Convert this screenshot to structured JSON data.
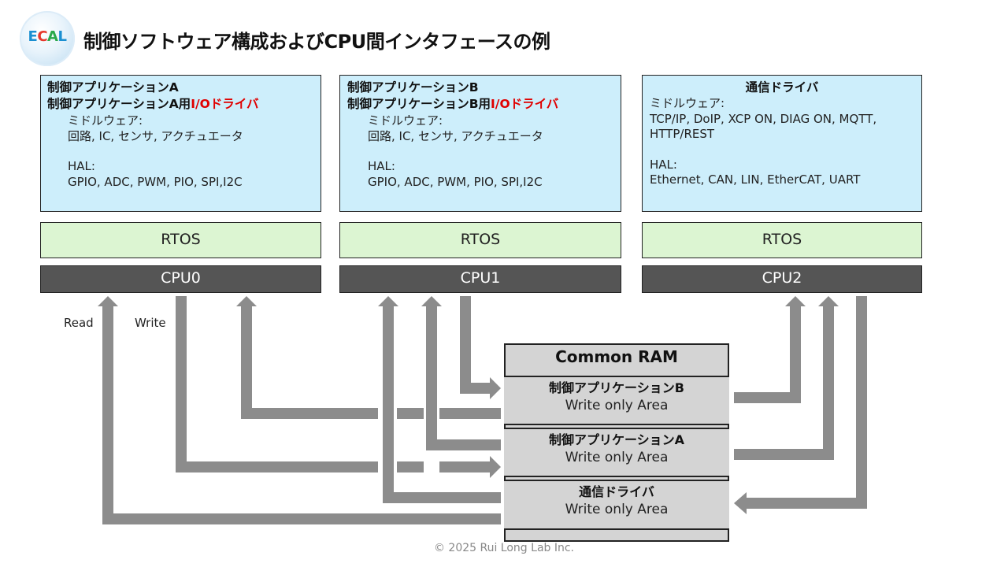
{
  "logo": {
    "l1": "E",
    "l2": "C",
    "l3": "A",
    "l4": "L"
  },
  "title": "制御ソフトウェア構成およびCPU間インタフェースの例",
  "cpus": [
    {
      "head1": "制御アプリケーションA",
      "head2_prefix": "制御アプリケーションA用",
      "head2_io": "I/Oドライバ",
      "mw_label": "ミドルウェア:",
      "mw_items": "回路, IC, センサ, アクチュエータ",
      "hal_label": "HAL:",
      "hal_items": "GPIO, ADC, PWM, PIO, SPI,I2C",
      "rtos": "RTOS",
      "cpu": "CPU0"
    },
    {
      "head1": "制御アプリケーションB",
      "head2_prefix": "制御アプリケーションB用",
      "head2_io": "I/Oドライバ",
      "mw_label": "ミドルウェア:",
      "mw_items": "回路, IC, センサ, アクチュエータ",
      "hal_label": "HAL:",
      "hal_items": "GPIO, ADC, PWM, PIO, SPI,I2C",
      "rtos": "RTOS",
      "cpu": "CPU1"
    },
    {
      "head1": "通信ドライバ",
      "mw_label": "ミドルウェア:",
      "mw_items1": "TCP/IP, DoIP, XCP ON, DIAG ON, MQTT,",
      "mw_items2": "HTTP/REST",
      "hal_label": "HAL:",
      "hal_items": "Ethernet, CAN, LIN, EtherCAT, UART",
      "rtos": "RTOS",
      "cpu": "CPU2"
    }
  ],
  "labels": {
    "read": "Read",
    "write": "Write"
  },
  "ram": {
    "title": "Common RAM",
    "areas": [
      {
        "name": "制御アプリケーションB",
        "desc": "Write only Area"
      },
      {
        "name": "制御アプリケーションA",
        "desc": "Write only Area"
      },
      {
        "name": "通信ドライバ",
        "desc": "Write only Area"
      }
    ]
  },
  "copyright": "© 2025 Rui Long Lab Inc.",
  "colors": {
    "arrow": "#8c8c8c",
    "sw_box": "#cdeefb",
    "rtos_box": "#dcf5d2",
    "cpu_box": "#555555",
    "io_text": "#e00000"
  }
}
